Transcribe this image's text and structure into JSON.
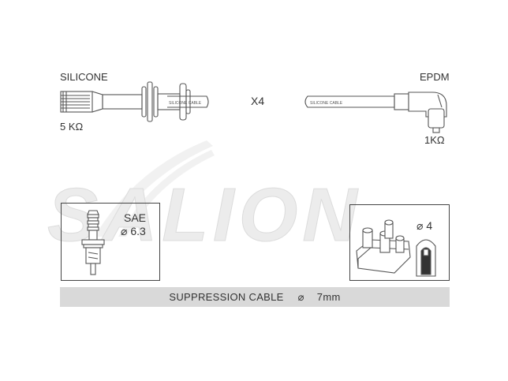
{
  "watermark": "SALION",
  "left_cable": {
    "material": "SILICONE",
    "resistance": "5 KΩ",
    "print": "SILICONE CABLE"
  },
  "quantity": "X4",
  "right_cable": {
    "material": "EPDM",
    "resistance": "1KΩ",
    "print": "SILICONE CABLE"
  },
  "plug_box": {
    "type": "SAE",
    "diameter": "⌀ 6.3"
  },
  "terminal_box": {
    "diameter": "⌀ 4"
  },
  "cable_bar": {
    "label": "SUPPRESSION CABLE",
    "symbol": "⌀",
    "size": "7mm"
  }
}
